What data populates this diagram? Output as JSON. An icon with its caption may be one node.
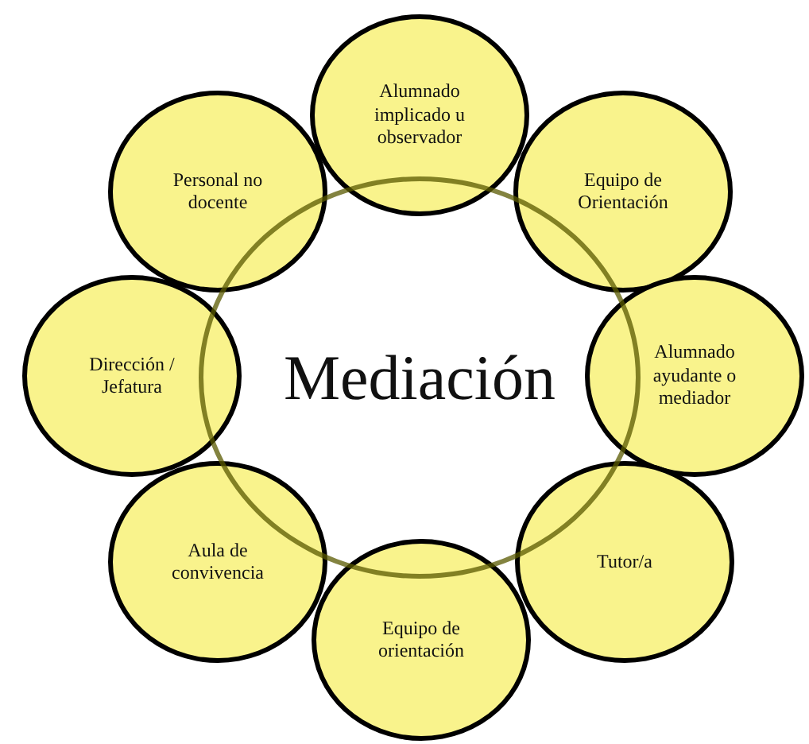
{
  "diagram": {
    "nodes": [
      {
        "text": [
          "Mediación"
        ]
      },
      {
        "text": [
          "Alumnado implicado u observador"
        ]
      },
      {
        "text": [
          "Equipo de Orientación"
        ]
      },
      {
        "text": [
          "Alumnado ayudante o mediador"
        ]
      },
      {
        "text": [
          "Tutor/a"
        ]
      },
      {
        "text": [
          "Equipo de orientación"
        ]
      },
      {
        "text": [
          "Aula de convivencia"
        ]
      },
      {
        "text": [
          "Dirección / Jefatura"
        ]
      },
      {
        "text": [
          "Personal no docente"
        ]
      }
    ]
  }
}
